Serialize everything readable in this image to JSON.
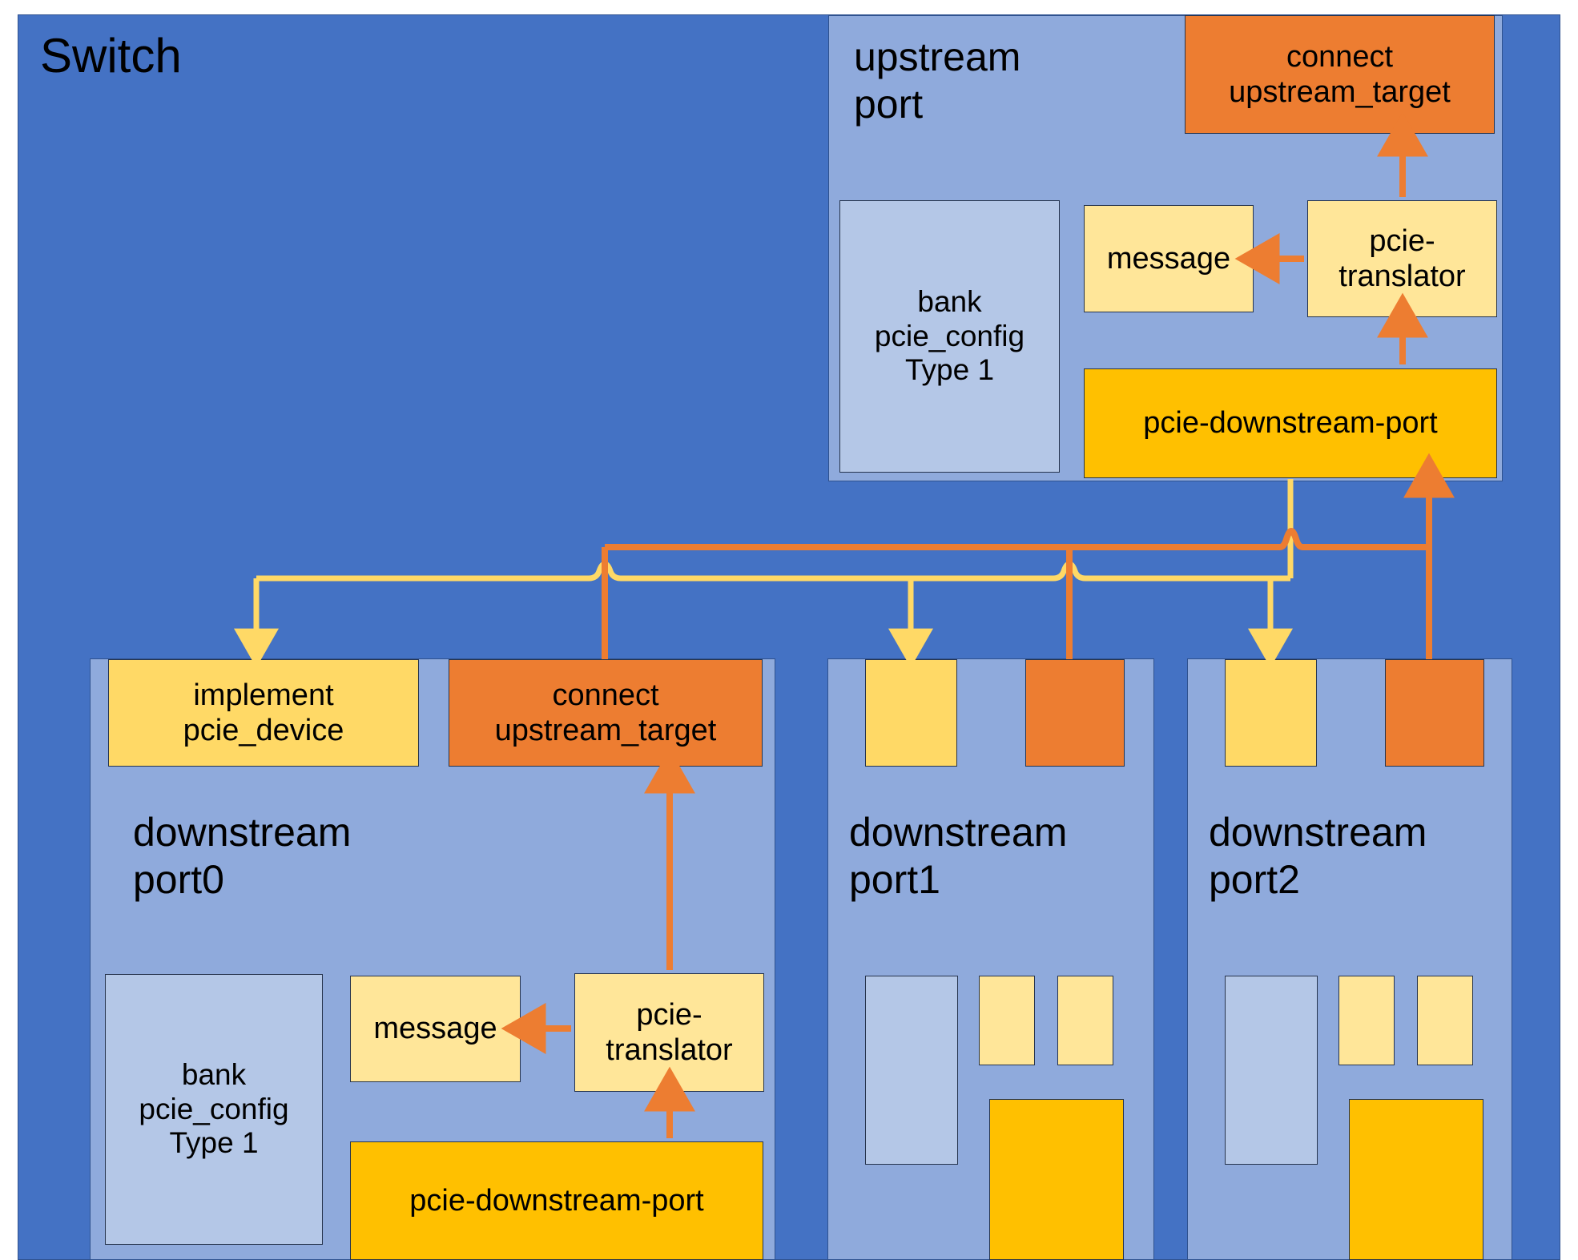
{
  "switch": {
    "title": "Switch",
    "bg_color": "#4472C4"
  },
  "colors": {
    "switch_blue": "#4472C4",
    "port_blue": "#8FAADC",
    "bank_blue": "#B4C7E7",
    "light_yellow": "#FFE699",
    "yellow": "#FFD966",
    "amber": "#FFC000",
    "orange": "#ED7D31",
    "border": "#2F528F"
  },
  "upstream_port": {
    "title": "upstream\nport",
    "bank": "bank\npcie_config\nType 1",
    "message": "message",
    "translator": "pcie-\ntranslator",
    "downstream_port": "pcie-downstream-port",
    "connect_target": "connect\nupstream_target"
  },
  "downstream_port0": {
    "title": "downstream\nport0",
    "implement": "implement\npcie_device",
    "connect_target": "connect\nupstream_target",
    "bank": "bank\npcie_config\nType 1",
    "message": "message",
    "translator": "pcie-\ntranslator",
    "downstream_port": "pcie-downstream-port"
  },
  "downstream_port1": {
    "title": "downstream\nport1",
    "implement": "",
    "connect_target": "",
    "bank": "",
    "message": "",
    "translator": "",
    "downstream_port": ""
  },
  "downstream_port2": {
    "title": "downstream\nport2",
    "implement": "",
    "connect_target": "",
    "bank": "",
    "message": "",
    "translator": "",
    "downstream_port": ""
  },
  "connections": [
    {
      "from": "upstream.pcie-downstream-port",
      "to": "downstream_port0.implement",
      "color": "#FFD966",
      "style": "arrow-down"
    },
    {
      "from": "upstream.pcie-downstream-port",
      "to": "downstream_port1.implement",
      "color": "#FFD966",
      "style": "arrow-down"
    },
    {
      "from": "upstream.pcie-downstream-port",
      "to": "downstream_port2.implement",
      "color": "#FFD966",
      "style": "arrow-down"
    },
    {
      "from": "downstream_port0.connect_upstream_target",
      "to": "upstream.pcie-downstream-port",
      "color": "#ED7D31",
      "style": "arrow-up"
    },
    {
      "from": "downstream_port1.connect_upstream_target",
      "to": "upstream.pcie-downstream-port",
      "color": "#ED7D31",
      "style": "arrow-up"
    },
    {
      "from": "downstream_port2.connect_upstream_target",
      "to": "upstream.pcie-downstream-port",
      "color": "#ED7D31",
      "style": "arrow-up"
    },
    {
      "from": "upstream.pcie-translator",
      "to": "upstream.connect_upstream_target",
      "color": "#ED7D31",
      "style": "arrow-up"
    },
    {
      "from": "upstream.pcie-downstream-port",
      "to": "upstream.pcie-translator",
      "color": "#ED7D31",
      "style": "arrow-up"
    },
    {
      "from": "upstream.pcie-translator",
      "to": "upstream.message",
      "color": "#ED7D31",
      "style": "arrow-left"
    },
    {
      "from": "downstream_port0.pcie-translator",
      "to": "downstream_port0.connect_upstream_target",
      "color": "#ED7D31",
      "style": "arrow-up"
    },
    {
      "from": "downstream_port0.pcie-downstream-port",
      "to": "downstream_port0.pcie-translator",
      "color": "#ED7D31",
      "style": "arrow-up"
    },
    {
      "from": "downstream_port0.pcie-translator",
      "to": "downstream_port0.message",
      "color": "#ED7D31",
      "style": "arrow-left"
    }
  ]
}
